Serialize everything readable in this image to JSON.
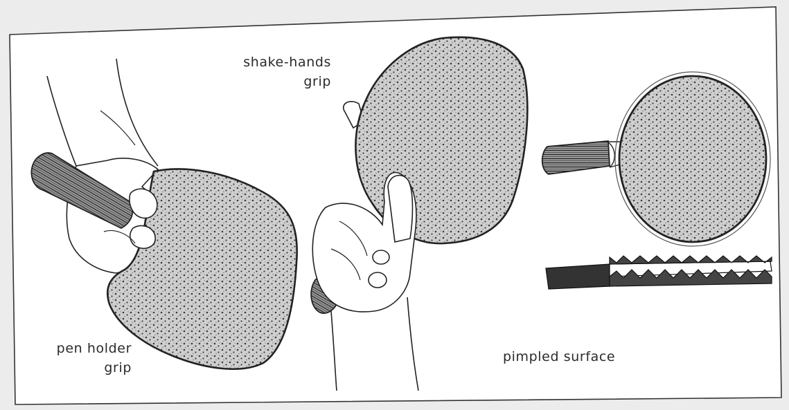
{
  "labels": {
    "shake_hands": [
      "shake-hands",
      "grip"
    ],
    "pen_holder": [
      "pen holder",
      "grip"
    ],
    "pimpled_surface": "pimpled surface"
  },
  "colors": {
    "paper": "#ffffff",
    "page_edge": "#ececec",
    "ink": "#2a2a2a",
    "rubber_fill": "#c9c9c9",
    "stipple": "#3a3a3a"
  },
  "figures": [
    "pen-holder-grip-bat",
    "shake-hands-grip-bat",
    "pimpled-bat-face",
    "pimpled-rubber-cross-section"
  ]
}
